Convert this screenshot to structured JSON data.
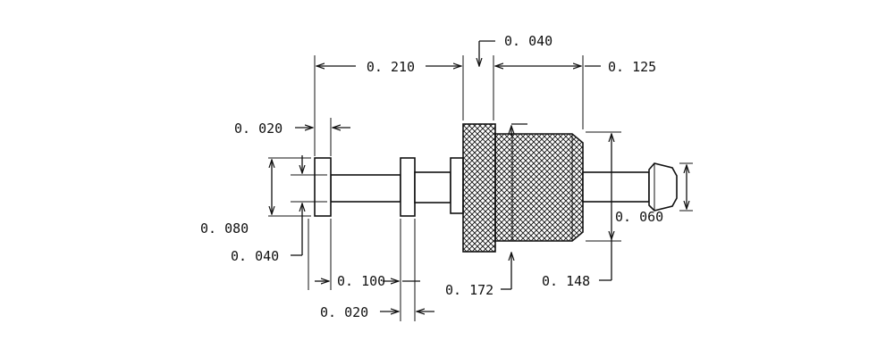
{
  "dimensions": {
    "d_0210": "0. 210",
    "d_0040_top": "0. 040",
    "d_0125": "0. 125",
    "d_0020_left": "0. 020",
    "d_0080": "0. 080",
    "d_0040_left": "0. 040",
    "d_0100": "0. 100",
    "d_0020_bottom": "0. 020",
    "d_0172": "0. 172",
    "d_0148": "0. 148",
    "d_0060": "0. 060"
  },
  "colors": {
    "ink": "#111111",
    "background": "#ffffff"
  }
}
